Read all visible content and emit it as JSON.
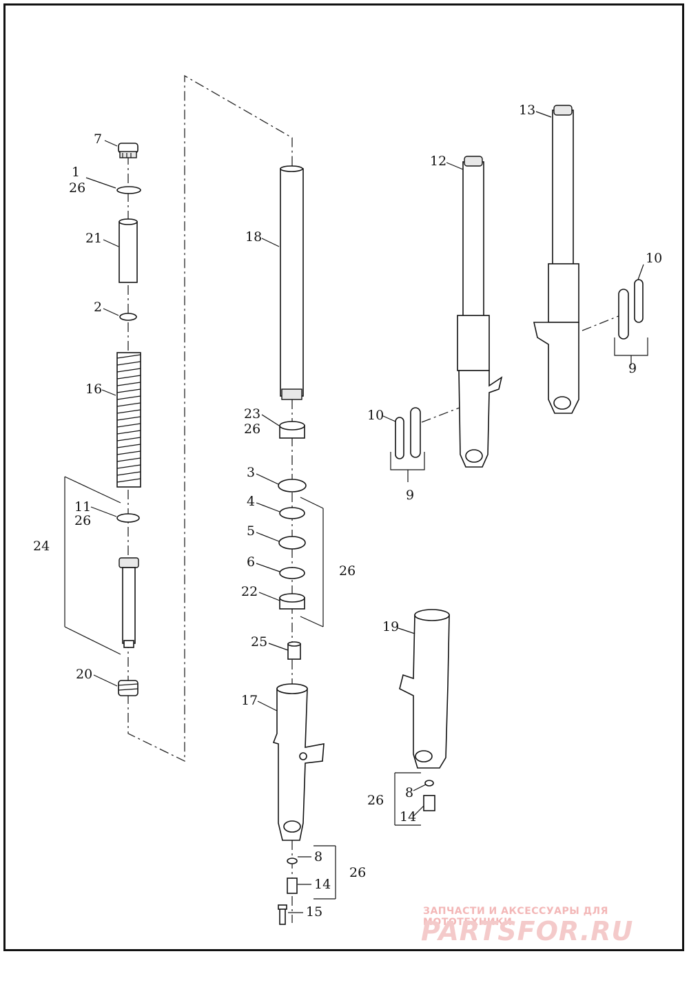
{
  "labels": {
    "l7": "7",
    "l1": "1",
    "l26a": "26",
    "l21": "21",
    "l2": "2",
    "l16": "16",
    "l11": "11",
    "l26b": "26",
    "l24": "24",
    "l20": "20",
    "l18": "18",
    "l23": "23",
    "l26c": "26",
    "l3": "3",
    "l4": "4",
    "l5": "5",
    "l6": "6",
    "l22": "22",
    "l26d": "26",
    "l25": "25",
    "l17": "17",
    "l8a": "8",
    "l14a": "14",
    "l26e": "26",
    "l15": "15",
    "l12": "12",
    "l10a": "10",
    "l9a": "9",
    "l13": "13",
    "l10b": "10",
    "l9b": "9",
    "l19": "19",
    "l8b": "8",
    "l26f": "26",
    "l14b": "14"
  },
  "watermark": {
    "tagline": "ЗАПЧАСТИ И АКСЕССУАРЫ ДЛЯ МОТОТЕХНИКИ",
    "brand": "PARTSFOR.RU",
    "color": "#f2b3b3"
  }
}
